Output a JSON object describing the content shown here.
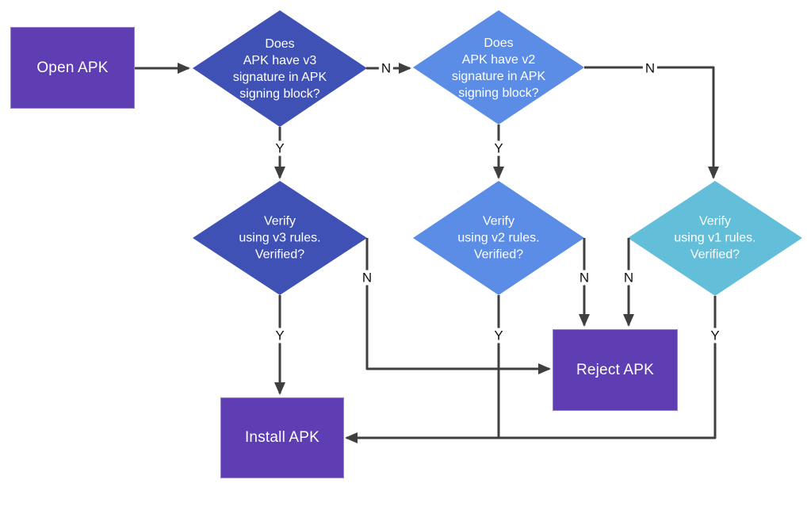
{
  "title": "APK signature verification flowchart",
  "colors": {
    "process_box": "#5F3DB3",
    "v3_diamond": "#3F51B5",
    "v2_diamond": "#5C8DE6",
    "v1_diamond": "#62BED9",
    "connector": "#3F3F3F",
    "shape_text": "#FFFFFF",
    "edge_label_text": "#111111",
    "background": "#FFFFFF"
  },
  "nodes": {
    "open_apk": {
      "label": "Open APK"
    },
    "q_v3": {
      "lines": [
        "Does",
        "APK have v3",
        "signature in APK",
        "signing block?"
      ]
    },
    "q_v2": {
      "lines": [
        "Does",
        "APK have v2",
        "signature in APK",
        "signing block?"
      ]
    },
    "verify_v3": {
      "lines": [
        "Verify",
        "using v3 rules.",
        "Verified?"
      ]
    },
    "verify_v2": {
      "lines": [
        "Verify",
        "using v2 rules.",
        "Verified?"
      ]
    },
    "verify_v1": {
      "lines": [
        "Verify",
        "using v1 rules.",
        "Verified?"
      ]
    },
    "reject_apk": {
      "label": "Reject APK"
    },
    "install_apk": {
      "label": "Install APK"
    }
  },
  "edge_labels": {
    "q_v3_yes": "Y",
    "q_v3_no": "N",
    "q_v2_yes": "Y",
    "q_v2_no": "N",
    "verify_v3_yes": "Y",
    "verify_v3_no": "N",
    "verify_v2_yes": "Y",
    "verify_v2_no": "N",
    "verify_v1_yes": "Y",
    "verify_v1_no": "N"
  }
}
